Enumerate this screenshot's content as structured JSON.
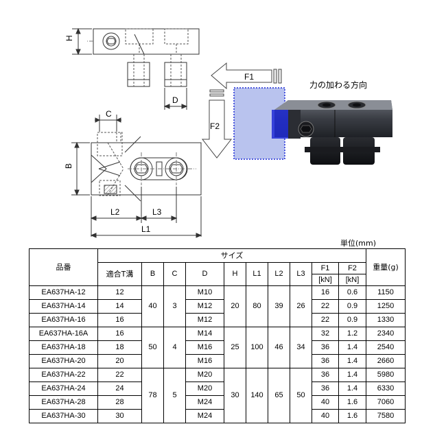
{
  "labels": {
    "H": "H",
    "D": "D",
    "C": "C",
    "B": "B",
    "L1": "L1",
    "L2": "L2",
    "L3": "L3",
    "F1": "F1",
    "F2": "F2",
    "force_direction": "力の加わる方向"
  },
  "unit": "単位(mm)",
  "table": {
    "header": {
      "part_no": "品番",
      "size": "サイズ",
      "t_slot": "適合T溝",
      "B": "B",
      "C": "C",
      "D": "D",
      "H": "H",
      "L1": "L1",
      "L2": "L2",
      "L3": "L3",
      "F1": "F1",
      "F2": "F2",
      "kN1": "[kN]",
      "kN2": "[kN]",
      "weight": "重量(g)"
    },
    "rows": [
      {
        "part": "EA637HA-12",
        "t": "12",
        "d": "M10",
        "f1": "16",
        "f2": "0.6",
        "w": "1150"
      },
      {
        "part": "EA637HA-14",
        "t": "14",
        "d": "M12",
        "f1": "22",
        "f2": "0.9",
        "w": "1250"
      },
      {
        "part": "EA637HA-16",
        "t": "16",
        "d": "M12",
        "f1": "22",
        "f2": "0.9",
        "w": "1330"
      },
      {
        "part": "EA637HA-16A",
        "t": "16",
        "d": "M14",
        "f1": "32",
        "f2": "1.2",
        "w": "2340"
      },
      {
        "part": "EA637HA-18",
        "t": "18",
        "d": "M16",
        "f1": "36",
        "f2": "1.4",
        "w": "2540"
      },
      {
        "part": "EA637HA-20",
        "t": "20",
        "d": "M16",
        "f1": "36",
        "f2": "1.4",
        "w": "2660"
      },
      {
        "part": "EA637HA-22",
        "t": "22",
        "d": "M20",
        "f1": "36",
        "f2": "1.4",
        "w": "5980"
      },
      {
        "part": "EA637HA-24",
        "t": "24",
        "d": "M20",
        "f1": "36",
        "f2": "1.4",
        "w": "6330"
      },
      {
        "part": "EA637HA-28",
        "t": "28",
        "d": "M24",
        "f1": "40",
        "f2": "1.6",
        "w": "7060"
      },
      {
        "part": "EA637HA-30",
        "t": "30",
        "d": "M24",
        "f1": "40",
        "f2": "1.6",
        "w": "7580"
      }
    ],
    "groups": [
      {
        "b": "40",
        "c": "3",
        "h": "20",
        "l1": "80",
        "l2": "39",
        "l3": "26"
      },
      {
        "b": "50",
        "c": "4",
        "h": "25",
        "l1": "100",
        "l2": "46",
        "l3": "34"
      },
      {
        "b": "78",
        "c": "5",
        "h": "30",
        "l1": "140",
        "l2": "65",
        "l3": "50"
      }
    ]
  },
  "colors": {
    "line": "#333333",
    "hidden": "#555555",
    "force_zone": "#1e2bd6",
    "force_zone_fill": "#b9c3ee",
    "clamp_body": "#3a3d44"
  }
}
